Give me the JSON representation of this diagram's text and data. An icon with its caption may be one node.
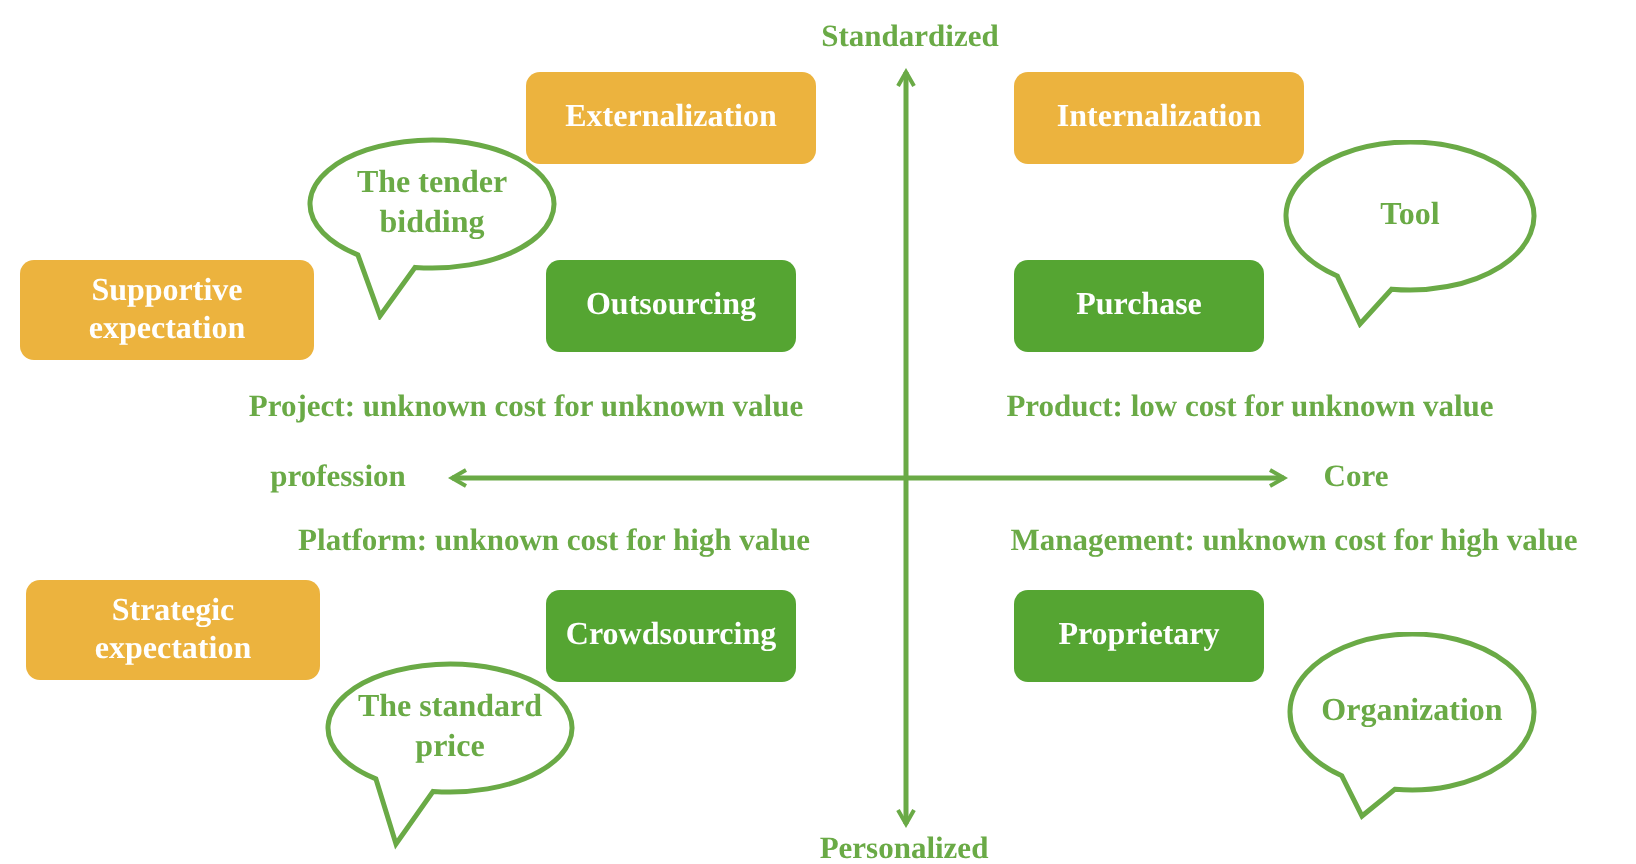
{
  "diagram": {
    "nodes": [
      {
        "text": [
          "Externalization"
        ]
      },
      {
        "text": [
          "Internalization"
        ]
      },
      {
        "text": [
          "The tender bidding"
        ]
      },
      {
        "text": [
          "Tool"
        ]
      },
      {
        "text": [
          "Supportive expectation"
        ]
      },
      {
        "text": [
          "Outsourcing"
        ]
      },
      {
        "text": [
          "Purchase"
        ]
      },
      {
        "text": [
          "Strategic expectation"
        ]
      },
      {
        "text": [
          "Crowdsourcing"
        ]
      },
      {
        "text": [
          "Proprietary"
        ]
      },
      {
        "text": [
          "The standard price"
        ]
      },
      {
        "text": [
          "Organization"
        ]
      }
    ],
    "labels": [
      "Standardized",
      "Project: unknown cost for unknown value",
      "Product: low cost for unknown value",
      "profession",
      "Core",
      "Platform: unknown cost for high value",
      "Management: unknown cost for high value",
      "Personalized"
    ]
  }
}
